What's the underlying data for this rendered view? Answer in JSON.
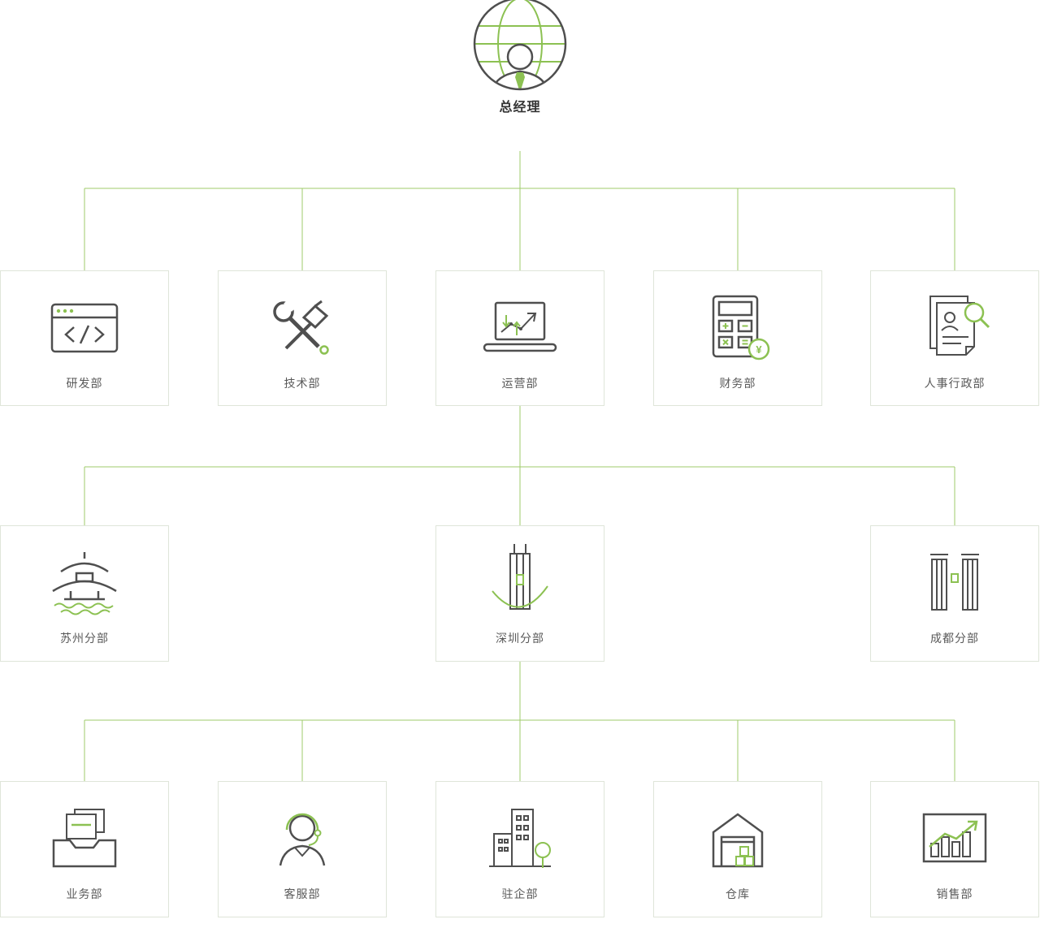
{
  "org": {
    "root": {
      "label": "总经理",
      "icon": "globe-manager-icon"
    },
    "level2": [
      {
        "label": "研发部",
        "icon": "code-window-icon"
      },
      {
        "label": "技术部",
        "icon": "tools-icon"
      },
      {
        "label": "运营部",
        "icon": "laptop-chart-icon"
      },
      {
        "label": "财务部",
        "icon": "calculator-icon"
      },
      {
        "label": "人事行政部",
        "icon": "hr-search-icon"
      }
    ],
    "level3": [
      {
        "label": "苏州分部",
        "icon": "pagoda-icon"
      },
      {
        "label": "深圳分部",
        "icon": "tower-icon"
      },
      {
        "label": "成都分部",
        "icon": "twin-buildings-icon"
      }
    ],
    "level4": [
      {
        "label": "业务部",
        "icon": "inbox-documents-icon"
      },
      {
        "label": "客服部",
        "icon": "support-agent-icon"
      },
      {
        "label": "驻企部",
        "icon": "buildings-tree-icon"
      },
      {
        "label": "仓库",
        "icon": "warehouse-icon"
      },
      {
        "label": "销售部",
        "icon": "sales-chart-icon"
      }
    ]
  },
  "colors": {
    "connector_line": "#9fcb6b",
    "accent_green": "#8cc152",
    "icon_stroke": "#4f4f4f",
    "box_border": "#dfe5d9",
    "label_text": "#595959"
  }
}
